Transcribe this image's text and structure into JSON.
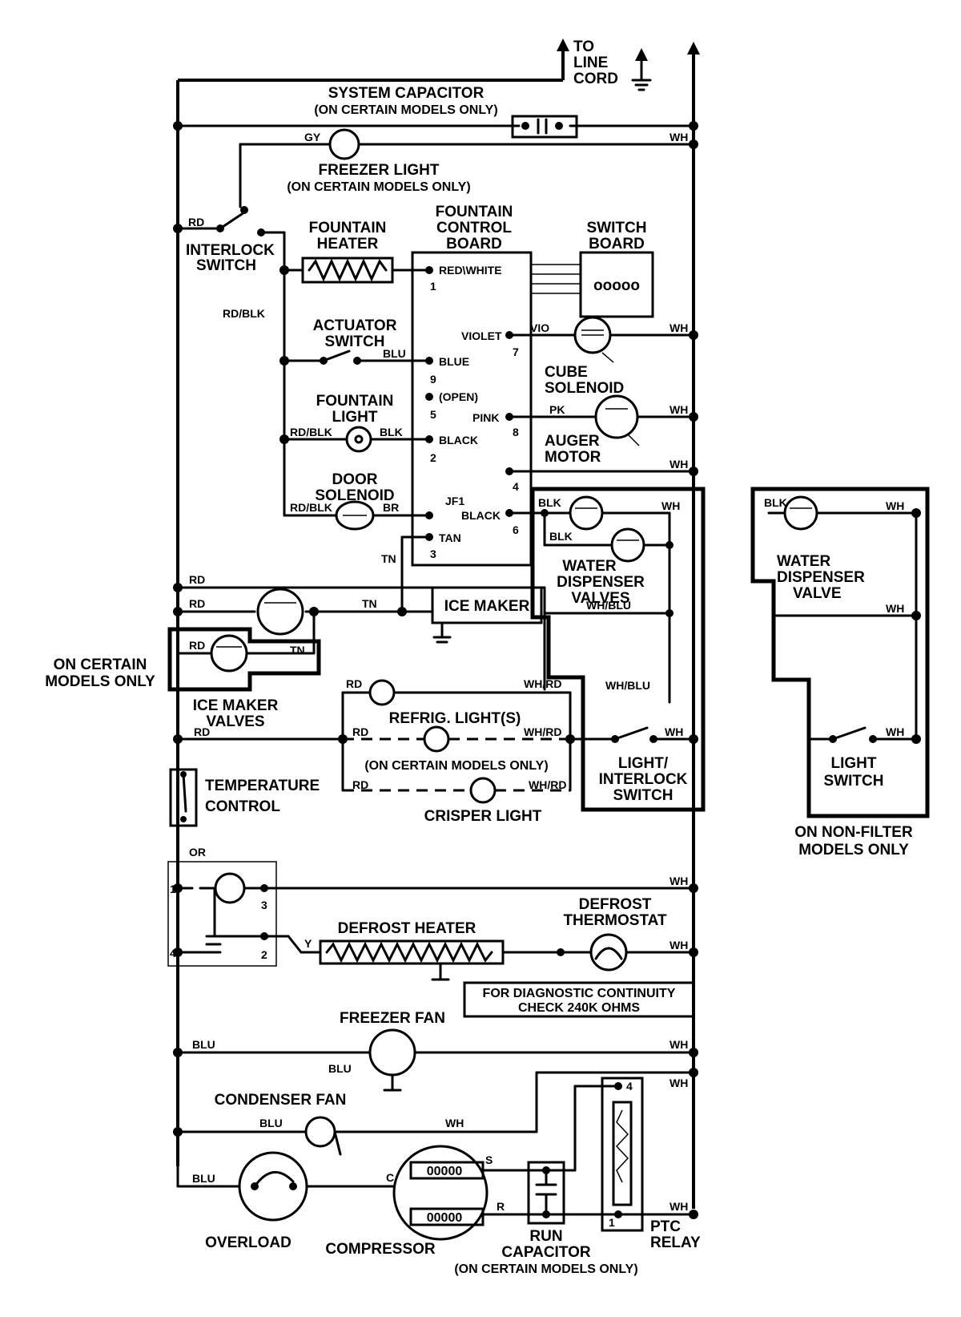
{
  "labels": {
    "to_line_cord_1": "TO",
    "to_line_cord_2": "LINE",
    "to_line_cord_3": "CORD",
    "system_capacitor": "SYSTEM CAPACITOR",
    "on_certain_models_paren": "(ON CERTAIN MODELS ONLY)",
    "freezer_light": "FREEZER LIGHT",
    "interlock_switch_1": "INTERLOCK",
    "interlock_switch_2": "SWITCH",
    "fountain_heater_1": "FOUNTAIN",
    "fountain_heater_2": "HEATER",
    "fountain_control_board_1": "FOUNTAIN",
    "fountain_control_board_2": "CONTROL",
    "fountain_control_board_3": "BOARD",
    "switch_board_1": "SWITCH",
    "switch_board_2": "BOARD",
    "switch_board_dots": "ooooo",
    "actuator_switch_1": "ACTUATOR",
    "actuator_switch_2": "SWITCH",
    "fountain_light_1": "FOUNTAIN",
    "fountain_light_2": "LIGHT",
    "door_solenoid_1": "DOOR",
    "door_solenoid_2": "SOLENOID",
    "cube_solenoid_1": "CUBE",
    "cube_solenoid_2": "SOLENOID",
    "auger_motor_1": "AUGER",
    "auger_motor_2": "MOTOR",
    "water_dispenser_valves_1": "WATER",
    "water_dispenser_valves_2": "DISPENSER",
    "water_dispenser_valves_3": "VALVES",
    "ice_maker": "ICE MAKER",
    "on_certain_models_only_1": "ON CERTAIN",
    "on_certain_models_only_2": "MODELS ONLY",
    "ice_maker_valves_1": "ICE MAKER",
    "ice_maker_valves_2": "VALVES",
    "refrig_lights": "REFRIG. LIGHT(S)",
    "on_certain_models_mid": "(ON CERTAIN MODELS ONLY)",
    "crisper_light": "CRISPER LIGHT",
    "light_interlock_switch_1": "LIGHT/",
    "light_interlock_switch_2": "INTERLOCK",
    "light_interlock_switch_3": "SWITCH",
    "temperature_control_1": "TEMPERATURE",
    "temperature_control_2": "CONTROL",
    "defrost_heater": "DEFROST HEATER",
    "defrost_thermostat_1": "DEFROST",
    "defrost_thermostat_2": "THERMOSTAT",
    "diagnostic_note_1": "FOR DIAGNOSTIC CONTINUITY",
    "diagnostic_note_2": "CHECK 240K OHMS",
    "freezer_fan": "FREEZER FAN",
    "condenser_fan": "CONDENSER FAN",
    "overload": "OVERLOAD",
    "compressor": "COMPRESSOR",
    "compressor_coil": "00000",
    "run_capacitor_1": "RUN",
    "run_capacitor_2": "CAPACITOR",
    "on_certain_models_bottom": "(ON CERTAIN MODELS ONLY)",
    "ptc_relay_1": "PTC",
    "ptc_relay_2": "RELAY",
    "water_dispenser_valve_1": "WATER",
    "water_dispenser_valve_2": "DISPENSER",
    "water_dispenser_valve_3": "VALVE",
    "light_switch_1": "LIGHT",
    "light_switch_2": "SWITCH",
    "non_filter_1": "ON NON-FILTER",
    "non_filter_2": "MODELS ONLY"
  },
  "board_pins": {
    "red_white": "RED\\WHITE",
    "p1": "1",
    "violet": "VIOLET",
    "p7": "7",
    "blue": "BLUE",
    "p9": "9",
    "open": "(OPEN)",
    "p5": "5",
    "pink": "PINK",
    "p8": "8",
    "black": "BLACK",
    "p2": "2",
    "p4": "4",
    "jf1": "JF1",
    "black6": "BLACK",
    "p6": "6",
    "tan": "TAN",
    "p3": "3"
  },
  "wire_colors": {
    "gy": "GY",
    "wh": "WH",
    "rd": "RD",
    "rd_blk": "RD/BLK",
    "blu": "BLU",
    "blk": "BLK",
    "br": "BR",
    "vio": "VIO",
    "pk": "PK",
    "tn": "TN",
    "wh_blu": "WH/BLU",
    "wh_rd": "WH/RD",
    "or": "OR",
    "y": "Y",
    "c": "C",
    "s": "S",
    "r": "R"
  },
  "timer_terminals": {
    "t1": "1",
    "t2": "2",
    "t3": "3",
    "t4": "4"
  },
  "relay_terminals": {
    "t4": "4",
    "t1": "1"
  }
}
